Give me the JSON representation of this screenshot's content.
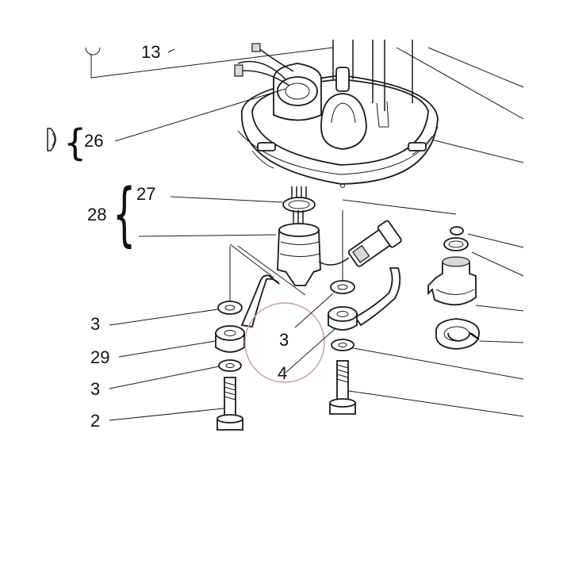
{
  "diagram": {
    "labels": {
      "l13": "13",
      "l26": "26",
      "l27": "27",
      "l28": "28",
      "l3a": "3",
      "l29": "29",
      "l3b": "3",
      "l2": "2",
      "c3": "3",
      "c4": "4"
    },
    "braces": {
      "b26": "{",
      "b28": "{"
    },
    "highlight_color": "#c9a0a4",
    "line_color": "#1a1a1a"
  }
}
